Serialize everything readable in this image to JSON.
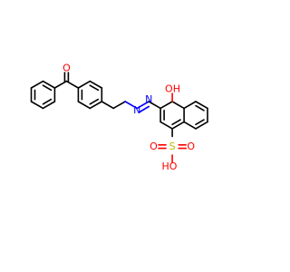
{
  "molecule": {
    "atoms": {
      "carbonyl_o": "O",
      "azo_n1": "N",
      "azo_n2": "N",
      "hydroxyl": "OH",
      "sulfonyl_s": "S",
      "sulfonyl_o_left": "O",
      "sulfonyl_o_right": "O",
      "sulfonic_oh": "HO"
    }
  },
  "colors": {
    "carbon_bond": "#000000",
    "oxygen": "#ff0000",
    "nitrogen": "#0000ff",
    "sulfur": "#b8b800",
    "background": "#ffffff"
  }
}
